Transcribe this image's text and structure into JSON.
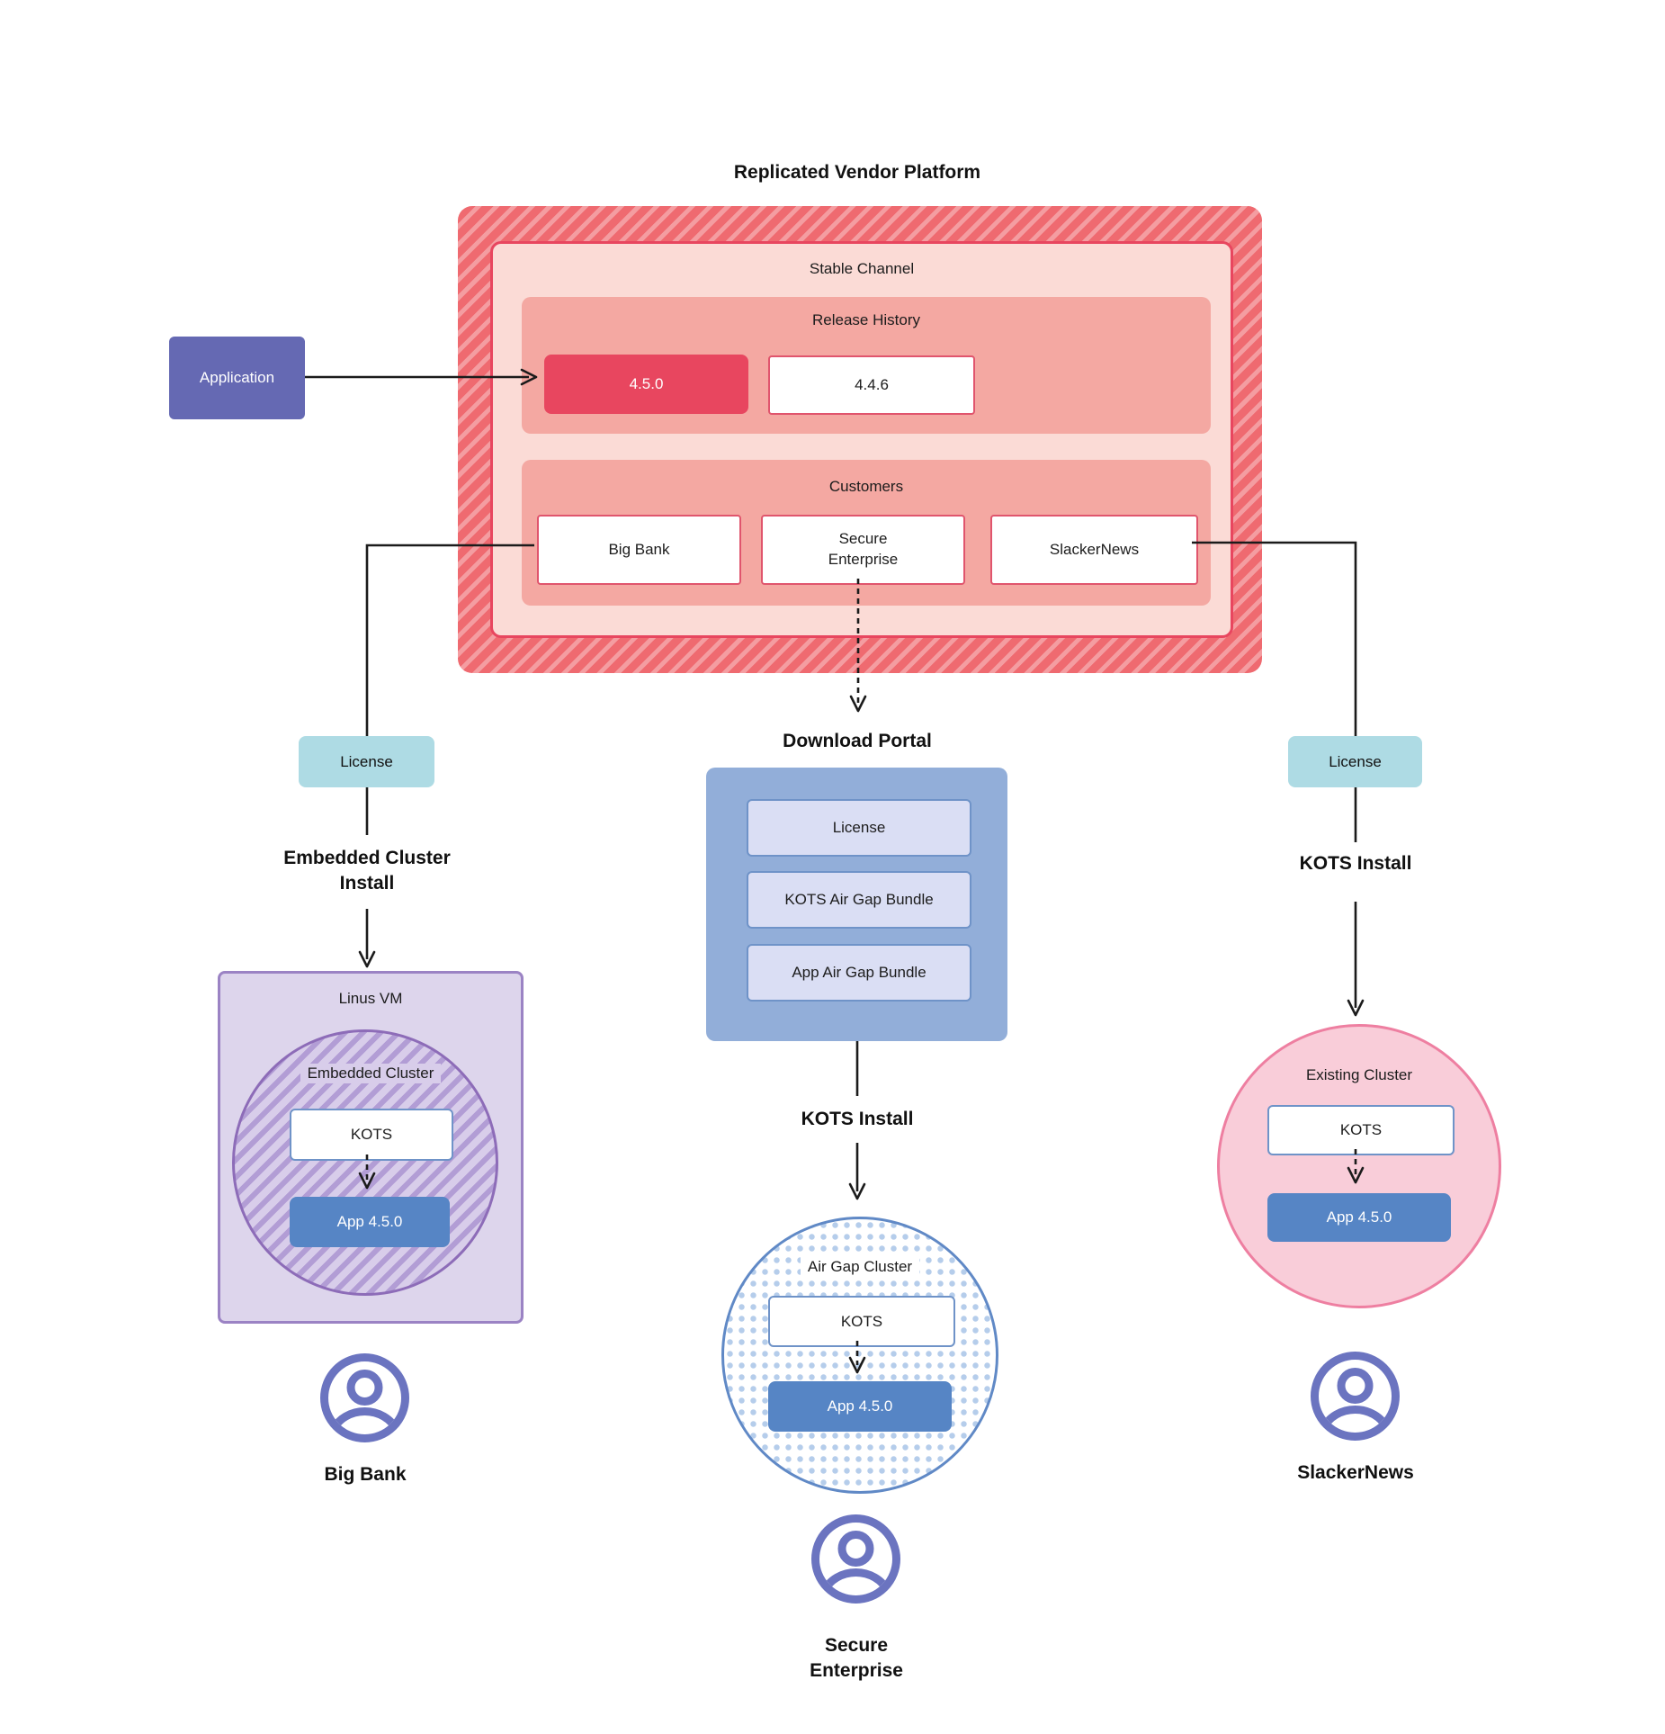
{
  "title": "Replicated Vendor Platform",
  "application": {
    "label": "Application"
  },
  "platform": {
    "stable_channel_label": "Stable Channel",
    "release_history_label": "Release History",
    "releases": [
      {
        "version": "4.5.0"
      },
      {
        "version": "4.4.6"
      }
    ],
    "customers_label": "Customers",
    "customers": [
      {
        "name": "Big Bank"
      },
      {
        "name": "Secure Enterprise"
      },
      {
        "name": "SlackerNews"
      }
    ]
  },
  "left_flow": {
    "license_label": "License",
    "install_method": "Embedded Cluster Install",
    "vm_label": "Linus VM",
    "cluster_label": "Embedded Cluster",
    "kots_label": "KOTS",
    "app_label": "App 4.5.0",
    "customer_name": "Big Bank"
  },
  "center_flow": {
    "portal_title": "Download Portal",
    "portal_items": [
      {
        "label": "License"
      },
      {
        "label": "KOTS Air Gap Bundle"
      },
      {
        "label": "App Air Gap Bundle"
      }
    ],
    "install_method": "KOTS Install",
    "cluster_label": "Air Gap Cluster",
    "kots_label": "KOTS",
    "app_label": "App 4.5.0",
    "customer_name": "Secure Enterprise"
  },
  "right_flow": {
    "license_label": "License",
    "install_method": "KOTS Install",
    "cluster_label": "Existing Cluster",
    "kots_label": "KOTS",
    "app_label": "App 4.5.0",
    "customer_name": "SlackerNews"
  },
  "colors": {
    "platform_red": "#ef6a70",
    "release_highlight": "#e8465f",
    "channel_pink": "#fbdbd6",
    "section_salmon": "#f4a8a2",
    "box_border_red": "#e0556d",
    "application_purple": "#6569b3",
    "license_teal": "#aedbe4",
    "portal_blue": "#92aed9",
    "portal_item_lavender": "#dadef4",
    "kots_border_blue": "#6f93c8",
    "app_blue": "#5685c5",
    "vm_lavender": "#ddd5ec",
    "vm_border_purple": "#8d6cb8",
    "cluster_pink": "#f9cdd9",
    "cluster_pink_border": "#ee7fa1",
    "airgap_border_blue": "#6089c6",
    "user_icon_purple": "#6b74c0"
  }
}
